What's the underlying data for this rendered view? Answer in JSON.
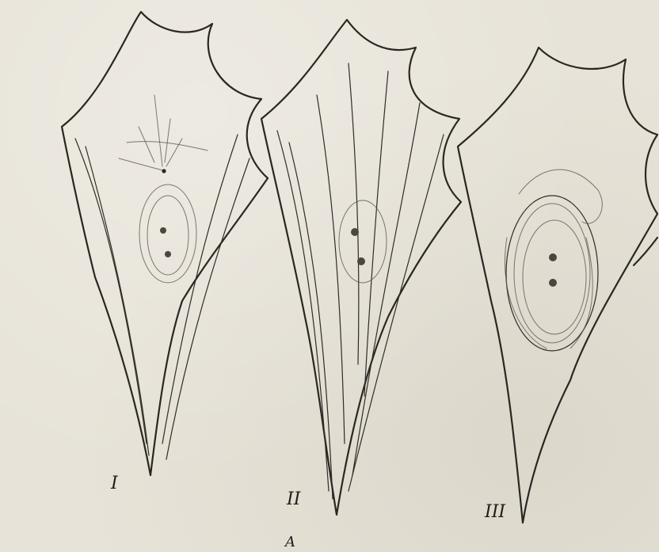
{
  "figure": {
    "labels": {
      "panel_1": "I",
      "panel_2": "II",
      "panel_3": "III",
      "caption": "A"
    }
  },
  "colors": {
    "paper": "#e7e3d8",
    "ink": "#2a2723"
  }
}
